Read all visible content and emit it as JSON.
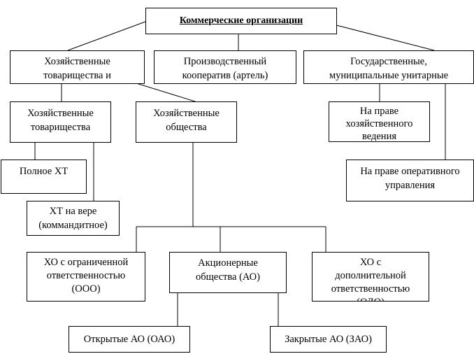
{
  "diagram": {
    "root": {
      "line1": "Коммерческие организации"
    },
    "level1": {
      "partnerships_and": {
        "line1": "Хозяйственные",
        "line2": "товарищества и"
      },
      "cooperative": {
        "line1": "Производственный",
        "line2": "кооператив (артель)"
      },
      "unitary": {
        "line1": "Государственные,",
        "line2": "муниципальные унитарные"
      }
    },
    "level2": {
      "partnerships": {
        "line1": "Хозяйственные",
        "line2": "товарищества"
      },
      "societies": {
        "line1": "Хозяйственные",
        "line2": "общества"
      },
      "economic_management": {
        "line1": "На праве",
        "line2": "хозяйственного",
        "line3": "ведения"
      },
      "operational_management": {
        "line1": "На праве оперативного",
        "line2": "управления"
      }
    },
    "partnership_types": {
      "full": {
        "line1": "Полное ХТ"
      },
      "limited": {
        "line1": "ХТ на вере",
        "line2": "(коммандитное)"
      }
    },
    "society_types": {
      "llc": {
        "line1": "ХО с ограниченной",
        "line2": "ответственностью",
        "line3": "(ООО)"
      },
      "jsc": {
        "line1": "Акционерные",
        "line2": "общества (АО)"
      },
      "alc": {
        "line1": "ХО с",
        "line2": "дополнительной",
        "line3": "ответственностью",
        "line4": "(ОДО)"
      }
    },
    "jsc_types": {
      "open": {
        "line1": "Открытые АО (ОАО)"
      },
      "closed": {
        "line1": "Закрытые АО (ЗАО)"
      }
    }
  }
}
